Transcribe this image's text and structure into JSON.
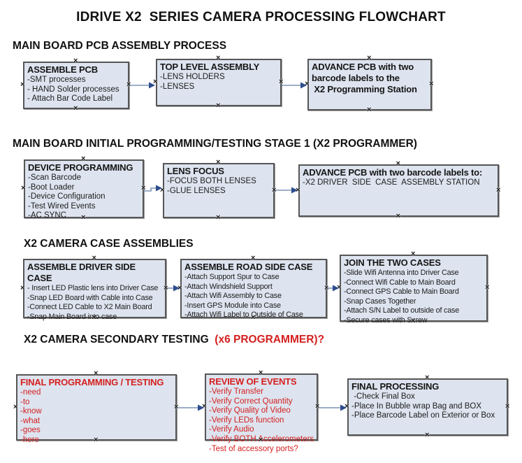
{
  "title": "IDRIVE X2  SERIES CAMERA PROCESSING FLOWCHART",
  "colors": {
    "accent_red": "#d42020",
    "box_fill": "#dde4ef",
    "box_border": "#565656",
    "arrow_line": "#7b93b5",
    "arrow_head": "#2e4d8c"
  },
  "sections": [
    {
      "heading": "MAIN BOARD PCB ASSEMBLY PROCESS",
      "heading_red": "",
      "boxes": [
        {
          "title": "ASSEMBLE PCB",
          "lines": [
            "-SMT processes",
            "- HAND Solder processes",
            "- Attach Bar Code Label"
          ]
        },
        {
          "title": "TOP LEVEL ASSEMBLY",
          "lines": [
            "-LENS HOLDERS",
            "-LENSES"
          ]
        },
        {
          "title": "ADVANCE PCB with two\nbarcode labels to the\n X2 Programming Station",
          "lines": []
        }
      ]
    },
    {
      "heading": "MAIN BOARD INITIAL PROGRAMMING/TESTING STAGE 1 (X2 PROGRAMMER)",
      "heading_red": "",
      "boxes": [
        {
          "title": "DEVICE PROGRAMMING",
          "lines": [
            "-Scan Barcode",
            "-Boot Loader",
            "-Device Configuration",
            "-Test Wired Events",
            "-AC SYNC"
          ]
        },
        {
          "title": "LENS FOCUS",
          "lines": [
            "-FOCUS BOTH LENSES",
            "-GLUE LENSES"
          ]
        },
        {
          "title": "ADVANCE PCB with two barcode labels to:",
          "lines": [
            "-X2 DRIVER  SIDE  CASE  ASSEMBLY STATION"
          ]
        }
      ]
    },
    {
      "heading": "X2 CAMERA CASE ASSEMBLIES",
      "heading_red": "",
      "boxes": [
        {
          "title": "ASSEMBLE DRIVER SIDE CASE",
          "lines": [
            "- Insert LED Plastic lens into Driver Case",
            "-Snap LED Board with Cable into Case",
            "-Connect LED Cable to X2 Main Board",
            "-Snap Main Board into case"
          ]
        },
        {
          "title": "ASSEMBLE ROAD SIDE CASE",
          "lines": [
            "-Attach Support Spur to Case",
            "-Attach Windshield Support",
            "-Attach Wifi Assembly to Case",
            "-Insert GPS Module into Case",
            "-Attach Wifi Label to Outside of Case"
          ]
        },
        {
          "title": "JOIN THE TWO CASES",
          "lines": [
            "-Slide Wifi Antenna into Driver Case",
            "-Connect Wifi Cable to Main Board",
            "-Connect GPS Cable to Main Board",
            "-Snap Cases Together",
            "-Attach S/N Label to outside of case",
            "-Secure cases with Screw"
          ]
        }
      ]
    },
    {
      "heading": "X2 CAMERA SECONDARY TESTING ",
      "heading_red": " (x6 PROGRAMMER)?",
      "boxes": [
        {
          "title": "FINAL PROGRAMMING / TESTING",
          "lines": [
            "-need",
            "-to",
            "-know",
            "-what",
            "-goes",
            "-here"
          ]
        },
        {
          "title": "REVIEW OF EVENTS",
          "lines": [
            "-Verify Transfer",
            "-Verify Correct Quantity",
            "-Verify Quality of Video",
            "-Verify LEDs function",
            "-Verify Audio",
            "-Verify BOTH Accelerometers",
            "-Test of accessory ports?"
          ]
        },
        {
          "title": "FINAL PROCESSING",
          "lines": [
            " -Check Final Box",
            "-Place In Bubble wrap Bag and BOX",
            "-Place Barcode Label on Exterior or Box"
          ]
        }
      ]
    }
  ]
}
